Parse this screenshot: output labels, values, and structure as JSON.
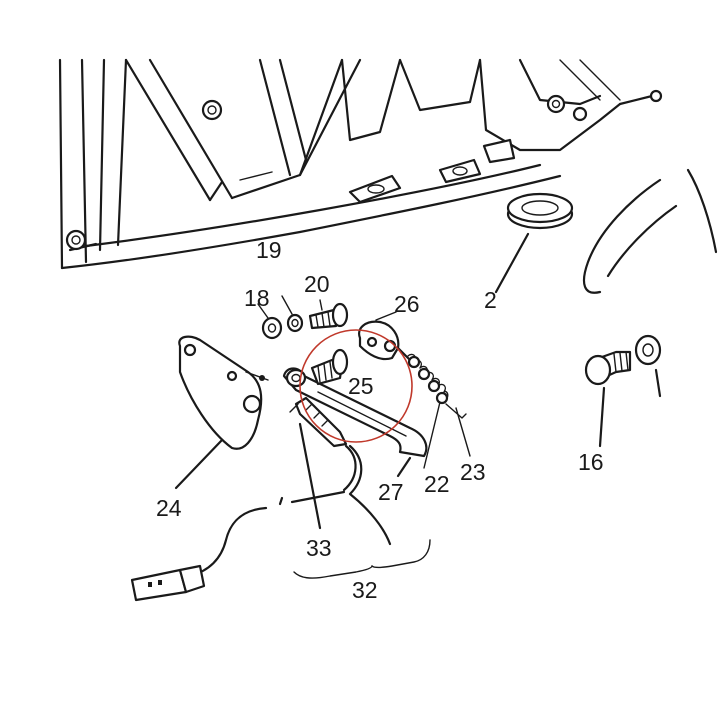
{
  "callouts": {
    "c2": "2",
    "c16": "16",
    "c18": "18",
    "c19": "19",
    "c20": "20",
    "c22": "22",
    "c23": "23",
    "c24": "24",
    "c25": "25",
    "c26": "26",
    "c27": "27",
    "c32": "32",
    "c33": "33"
  },
  "highlight": {
    "target": "25",
    "color": "#c0392b"
  }
}
